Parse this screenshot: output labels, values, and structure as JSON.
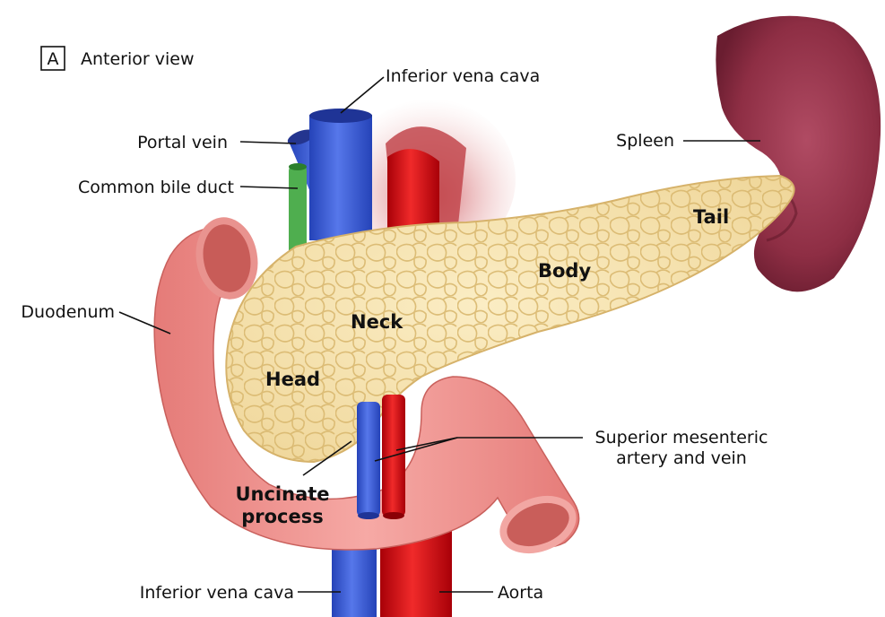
{
  "panel": {
    "letter": "A",
    "title": "Anterior view"
  },
  "labels": {
    "ivc_top": "Inferior vena cava",
    "portal_vein": "Portal vein",
    "common_bile_duct": "Common bile duct",
    "spleen": "Spleen",
    "duodenum": "Duodenum",
    "sma_line1": "Superior mesenteric",
    "sma_line2": "artery and vein",
    "ivc_bottom": "Inferior vena cava",
    "aorta": "Aorta"
  },
  "regions": {
    "tail": "Tail",
    "body": "Body",
    "neck": "Neck",
    "head": "Head",
    "uncinate_line1": "Uncinate",
    "uncinate_line2": "process"
  },
  "colors": {
    "pancreas": "#f3dfa8",
    "pancreas_lobule": "#e6c985",
    "duodenum": "#ef8d8a",
    "spleen": "#8e2e44",
    "vein": "#3b5fd6",
    "artery": "#d40f18",
    "bile_duct": "#4fae4f"
  }
}
